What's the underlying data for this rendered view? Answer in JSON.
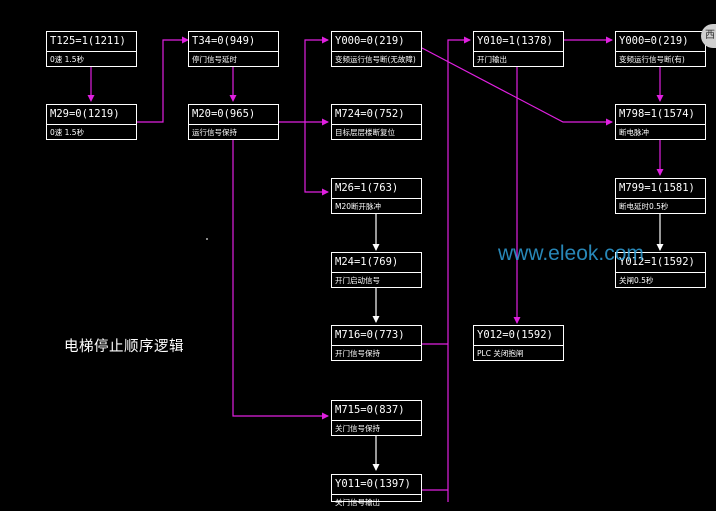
{
  "colors": {
    "background": "#000000",
    "wire_magenta": "#e020e0",
    "wire_white": "#ffffff",
    "node_border": "#ffffff",
    "watermark": "#2f9fd8"
  },
  "title": "电梯停止顺序逻辑",
  "watermark": "www.eleok.com",
  "corner_tab": "西",
  "nodes": {
    "t125": {
      "addr": "T125=1(1211)",
      "desc": "0速 1.5秒"
    },
    "m29": {
      "addr": "M29=0(1219)",
      "desc": "0速 1.5秒"
    },
    "t34": {
      "addr": "T34=0(949)",
      "desc": "停门信号延时"
    },
    "m20": {
      "addr": "M20=0(965)",
      "desc": "运行信号保持"
    },
    "y000a": {
      "addr": "Y000=0(219)",
      "desc": "变频运行信号断(无故障)"
    },
    "m724": {
      "addr": "M724=0(752)",
      "desc": "目标层层楼断复位"
    },
    "m26": {
      "addr": "M26=1(763)",
      "desc": "M20断开脉冲"
    },
    "m24": {
      "addr": "M24=1(769)",
      "desc": "开门启动信号"
    },
    "m716": {
      "addr": "M716=0(773)",
      "desc": "开门信号保持"
    },
    "m715": {
      "addr": "M715=0(837)",
      "desc": "关门信号保持"
    },
    "y011": {
      "addr": "Y011=0(1397)",
      "desc": "关门信号输出"
    },
    "y010": {
      "addr": "Y010=1(1378)",
      "desc": "开门输出"
    },
    "y012b": {
      "addr": "Y012=0(1592)",
      "desc": "PLC 关闭抱闸"
    },
    "y000b": {
      "addr": "Y000=0(219)",
      "desc": "变频运行信号断(有)"
    },
    "m798": {
      "addr": "M798=1(1574)",
      "desc": "断电脉冲"
    },
    "m799": {
      "addr": "M799=1(1581)",
      "desc": "断电延时0.5秒"
    },
    "y012a": {
      "addr": "Y012=1(1592)",
      "desc": "关闸0.5秒"
    }
  }
}
